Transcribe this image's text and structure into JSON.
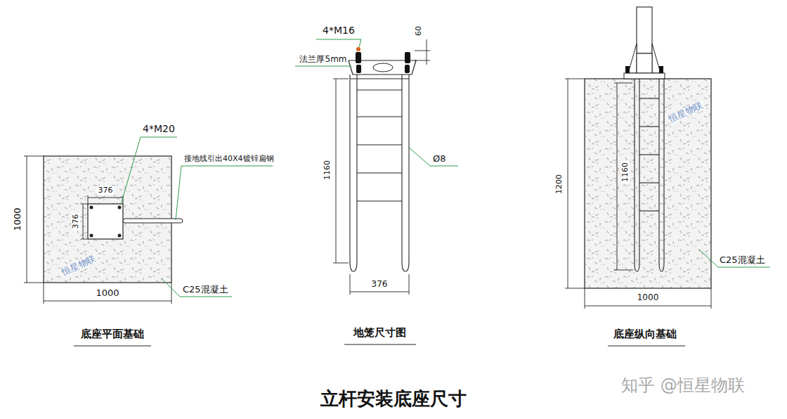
{
  "diagram": {
    "caption": "立杆安装底座尺寸",
    "labels": [
      "4*M20",
      "接地线引出40X4镀锌扁钢",
      "376",
      "376",
      "1000",
      "1000",
      "C25混凝土",
      "底座平面基础",
      "4*M16",
      "法兰厚5mm",
      "60",
      "1160",
      "Ø8",
      "376",
      "地笼尺寸图",
      "1200",
      "1160",
      "C25混凝土",
      "1000",
      "底座纵向基础",
      "恒星物联",
      "恒星物联",
      "知乎 @恒星物联"
    ]
  }
}
